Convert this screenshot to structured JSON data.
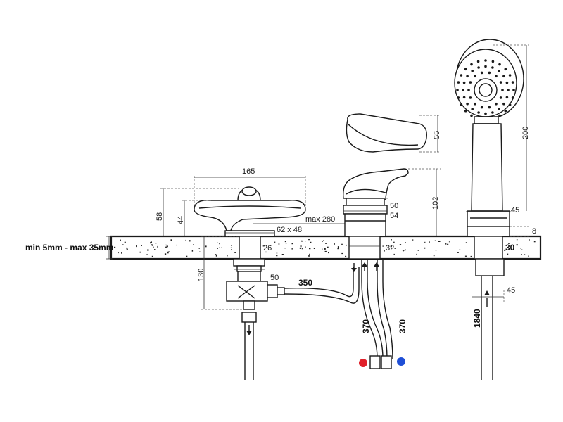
{
  "colors": {
    "hot": "#e0202a",
    "cold": "#1f4fd6",
    "line": "#1a1a1a",
    "counter_speck": "#222222"
  },
  "labels": {
    "counter_thickness": "min 5mm - max 35mm",
    "d165": "165",
    "d58": "58",
    "d44": "44",
    "d_max280": "max 280",
    "d_62x48": "62 x 48",
    "d26": "26",
    "d130": "130",
    "d50_valve": "50",
    "d350": "350",
    "d55": "55",
    "d102": "102",
    "d50_mixer": "50",
    "d54": "54",
    "d32": "32",
    "d370_left": "370",
    "d370_right": "370",
    "d200": "200",
    "d45_top": "45",
    "d8": "8",
    "d30": "30",
    "d45_bottom": "45",
    "d1840": "1840"
  },
  "icons": {
    "hot_connector": "red-dot-icon",
    "cold_connector": "blue-dot-icon",
    "flow_down": "arrow-down-icon",
    "flow_up": "arrow-up-icon"
  }
}
